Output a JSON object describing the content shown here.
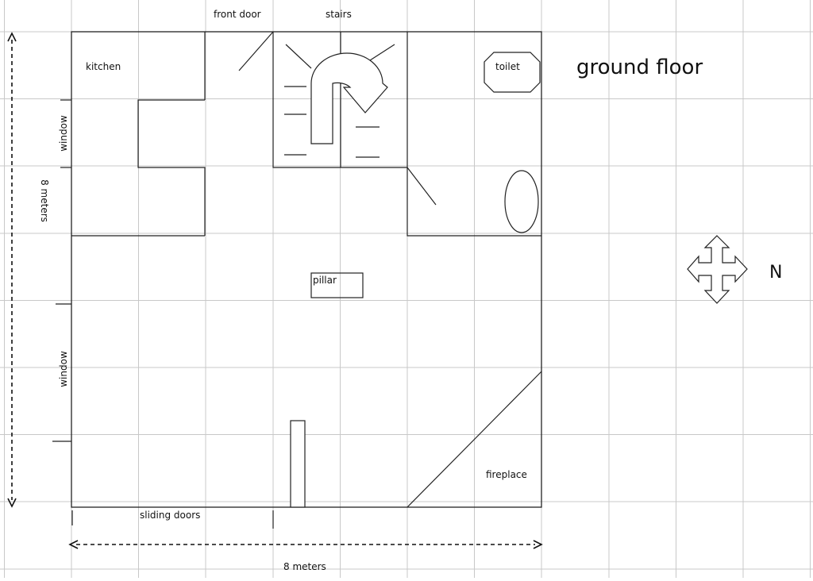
{
  "title": "ground floor",
  "north_label": "N",
  "labels": {
    "front_door": "front door",
    "stairs": "stairs",
    "kitchen": "kitchen",
    "toilet": "toilet",
    "window_upper": "window",
    "window_lower": "window",
    "pillar": "pillar",
    "fireplace": "fireplace",
    "sliding_doors": "sliding doors",
    "height_dimension": "8 meters",
    "width_dimension": "8 meters"
  },
  "colors": {
    "grid": "#c8c8c8",
    "walls": "#222222",
    "background": "#ffffff"
  }
}
